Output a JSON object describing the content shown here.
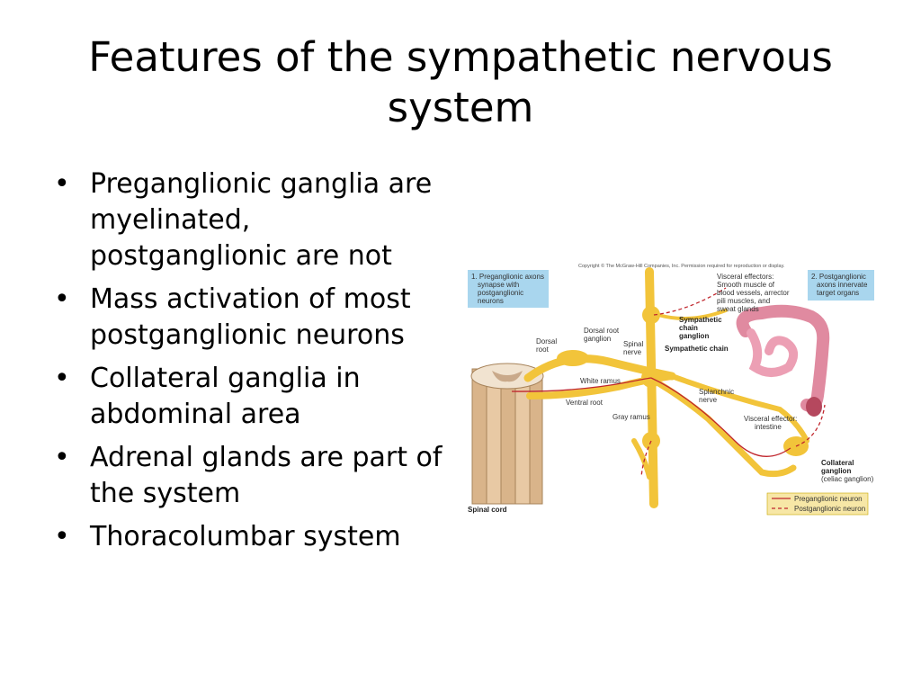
{
  "slide": {
    "title": "Features of the sympathetic nervous system",
    "bullets": [
      "Preganglionic ganglia are myelinated, postganglionic are not",
      "Mass activation of most postganglionic neurons",
      "Collateral ganglia in abdominal area",
      "Adrenal glands are part of the system",
      "Thoracolumbar system"
    ]
  },
  "figure": {
    "copyright": "Copyright © The McGraw-Hill Companies, Inc. Permission required for reproduction or display.",
    "box1": [
      "1. Preganglionic axons",
      "synapse with",
      "postganglionic",
      "neurons"
    ],
    "box2": [
      "2. Postganglionic",
      "axons innervate",
      "target organs"
    ],
    "visceral_effectors": [
      "Visceral effectors:",
      "Smooth muscle of",
      "blood vessels, arrector",
      "pili muscles, and",
      "sweat glands"
    ],
    "sympathetic_chain_ganglion": [
      "Sympathetic",
      "chain",
      "ganglion"
    ],
    "sympathetic_chain": "Sympathetic chain",
    "dorsal_root_ganglion": [
      "Dorsal root",
      "ganglion"
    ],
    "dorsal_root": [
      "Dorsal",
      "root"
    ],
    "spinal_nerve": [
      "Spinal",
      "nerve"
    ],
    "white_ramus": "White ramus",
    "ventral_root": "Ventral root",
    "gray_ramus": "Gray ramus",
    "splanchnic_nerve": [
      "Splanchnic",
      "nerve"
    ],
    "visceral_effector_intestine": [
      "Visceral effector:",
      "intestine"
    ],
    "collateral_ganglion": [
      "Collateral",
      "ganglion"
    ],
    "celiac_ganglion": "(celiac ganglion)",
    "spinal_cord": "Spinal cord",
    "legend": {
      "preganglionic": "Preganglionic neuron",
      "postganglionic": "Postganglionic neuron"
    },
    "colors": {
      "nerve": "#f2c43a",
      "preganglionic": "#c0262d",
      "box_fill": "#a9d6ee",
      "cord": "#e8c9a4"
    }
  }
}
